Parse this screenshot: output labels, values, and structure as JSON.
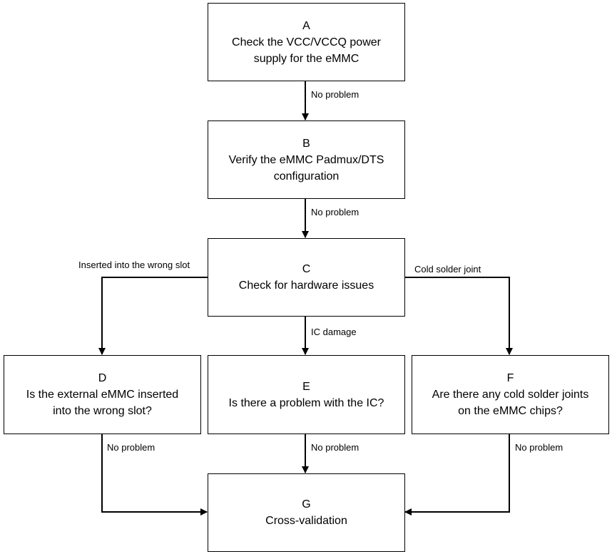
{
  "nodes": {
    "A": {
      "id": "A",
      "lines": [
        "Check the VCC/VCCQ power",
        "supply for the eMMC"
      ]
    },
    "B": {
      "id": "B",
      "lines": [
        "Verify the eMMC Padmux/DTS",
        "configuration"
      ]
    },
    "C": {
      "id": "C",
      "lines": [
        "Check for hardware issues"
      ]
    },
    "D": {
      "id": "D",
      "lines": [
        "Is the external eMMC inserted",
        "into the wrong slot?"
      ]
    },
    "E": {
      "id": "E",
      "lines": [
        "Is there a problem with the IC?"
      ]
    },
    "F": {
      "id": "F",
      "lines": [
        "Are there any cold solder joints",
        "on the eMMC chips?"
      ]
    },
    "G": {
      "id": "G",
      "lines": [
        "Cross-validation"
      ]
    }
  },
  "edges": {
    "a_b": "No problem",
    "b_c": "No problem",
    "c_d": "Inserted into the wrong slot",
    "c_e": "IC damage",
    "c_f": "Cold solder joint",
    "d_g": "No problem",
    "e_g": "No problem",
    "f_g": "No problem"
  }
}
